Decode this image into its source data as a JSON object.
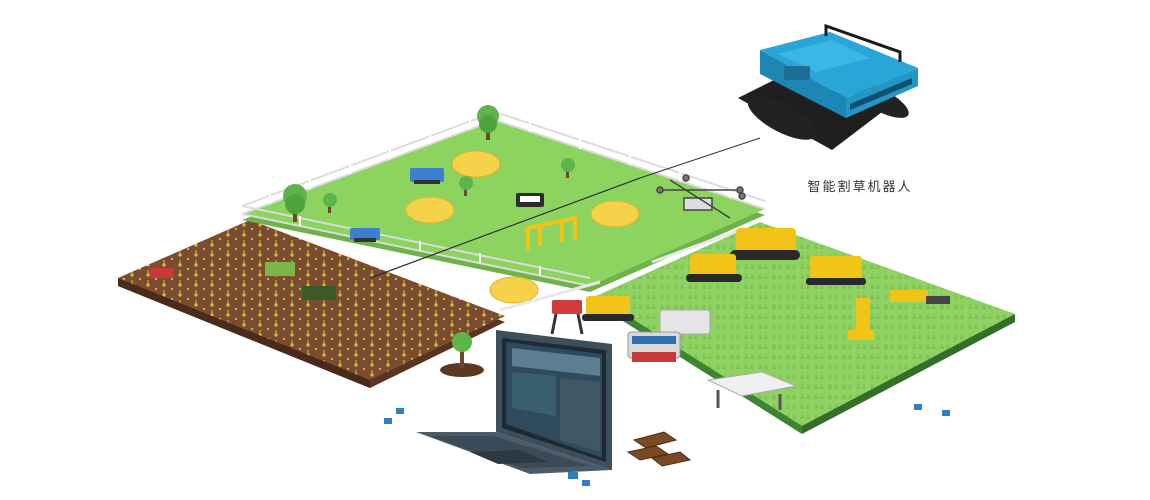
{
  "caption": {
    "text": "智能割草机器人"
  },
  "colors": {
    "grass_light": "#8fd163",
    "grass_field": "#8cd45f",
    "grass_dark": "#4f9c3c",
    "soil": "#7a4c32",
    "soil_dark": "#5a3422",
    "fence": "#f4f4f4",
    "robot_yellow": "#f2c418",
    "mower_blue": "#2aa5d8",
    "track_dark": "#222222",
    "laptop_body": "#4a5c6a",
    "block_blue": "#2f7fc1"
  },
  "icons": {
    "hero_robot": "tracked-lawn-mower-robot",
    "drone": "quadcopter-drone",
    "laptop": "laptop-monitoring-dashboard"
  }
}
